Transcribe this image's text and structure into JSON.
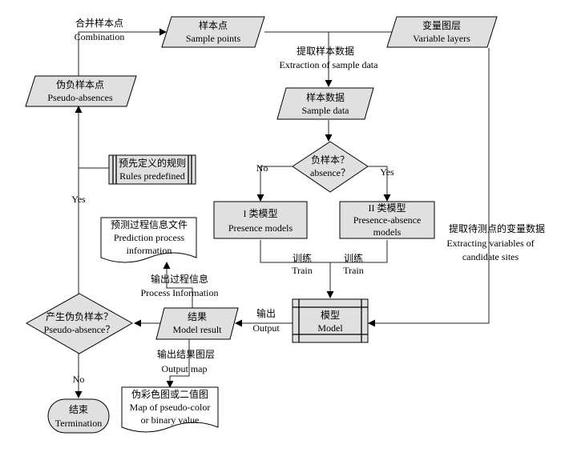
{
  "nodes": {
    "sample_points": {
      "zh": "样本点",
      "en": "Sample points"
    },
    "variable_layers": {
      "zh": "变量图层",
      "en": "Variable layers"
    },
    "pseudo_absences": {
      "zh": "伪负样本点",
      "en": "Pseudo-absences"
    },
    "sample_data": {
      "zh": "样本数据",
      "en": "Sample data"
    },
    "absence_decision": {
      "zh": "负样本？",
      "en": "absence？"
    },
    "rules_predefined": {
      "zh": "预先定义的规则",
      "en": "Rules predefined"
    },
    "presence_models": {
      "zh": "I 类模型",
      "en": "Presence models"
    },
    "presence_absence_models": {
      "zh": "II 类模型",
      "en1": "Presence-absence",
      "en2": "models"
    },
    "prediction_info": {
      "zh": "预测过程信息文件",
      "en1": "Prediction process",
      "en2": "information"
    },
    "model": {
      "zh": "模型",
      "en": "Model"
    },
    "model_result": {
      "zh": "结果",
      "en": "Model result"
    },
    "pseudo_decision": {
      "zh": "产生伪负样本？",
      "en": "Pseudo-absence？"
    },
    "output_map_doc": {
      "zh": "伪彩色图或二值图",
      "en1": "Map of pseudo-color",
      "en2": "or binary value"
    },
    "termination": {
      "zh": "结束",
      "en": "Termination"
    }
  },
  "labels": {
    "combination": {
      "zh": "合并样本点",
      "en": "Combination"
    },
    "extraction": {
      "zh": "提取样本数据",
      "en": "Extraction of sample data"
    },
    "no_branch": "No",
    "yes_branch": "Yes",
    "train_left": {
      "zh": "训练",
      "en": "Train"
    },
    "train_right": {
      "zh": "训练",
      "en": "Train"
    },
    "extracting_candidates": {
      "zh": "提取待测点的变量数据",
      "en1": "Extracting variables of",
      "en2": "candidate sites"
    },
    "process_information": {
      "zh": "输出过程信息",
      "en": "Process Information"
    },
    "output": {
      "zh": "输出",
      "en": "Output"
    },
    "output_map": {
      "zh": "输出结果图层",
      "en": "Output map"
    },
    "yes_loop": "Yes",
    "no_end": "No"
  }
}
